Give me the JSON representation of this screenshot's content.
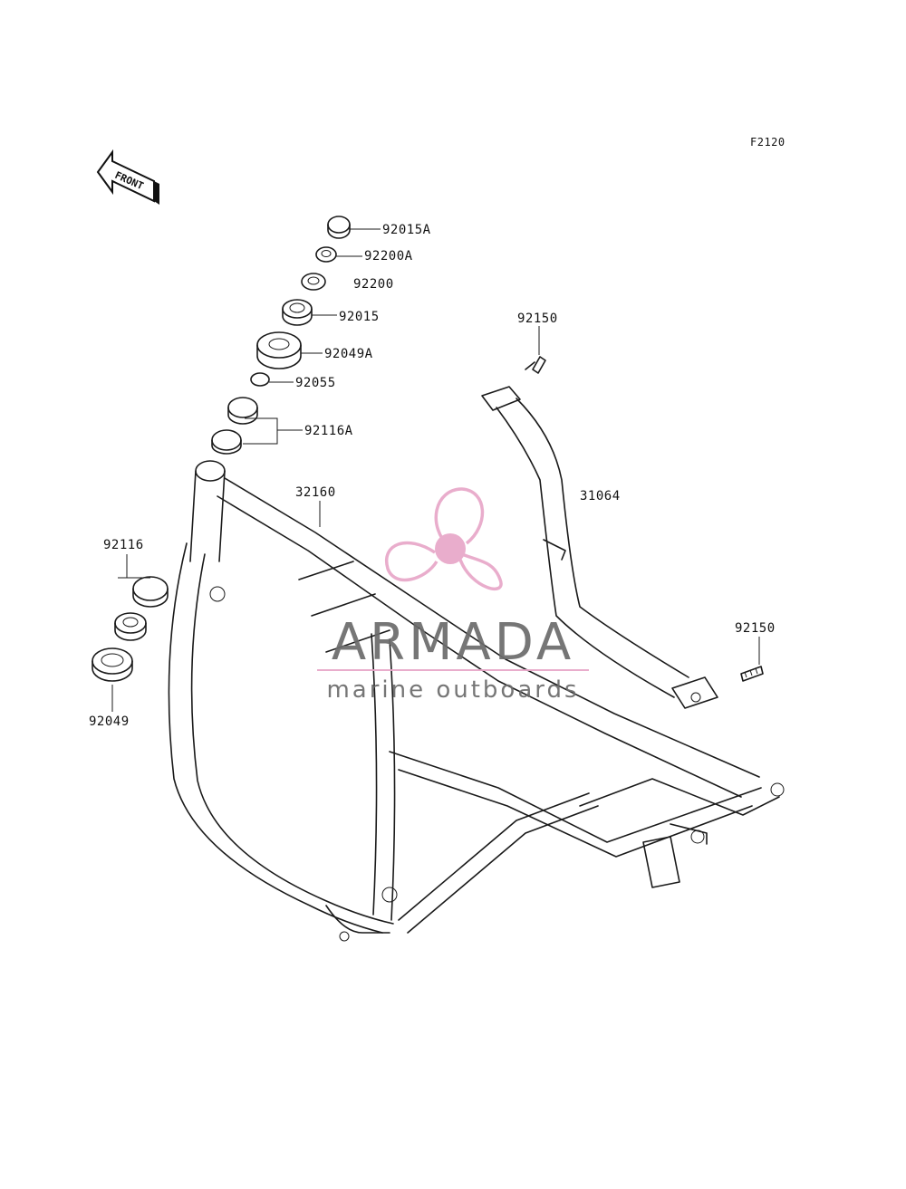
{
  "diagram": {
    "figure_code": "F2120",
    "front_marker": "FRONT",
    "parts": [
      {
        "id": "p1",
        "number": "92015A"
      },
      {
        "id": "p2",
        "number": "92200A"
      },
      {
        "id": "p3",
        "number": "92200"
      },
      {
        "id": "p4",
        "number": "92015"
      },
      {
        "id": "p5",
        "number": "92049A"
      },
      {
        "id": "p6",
        "number": "92055"
      },
      {
        "id": "p7",
        "number": "92116A"
      },
      {
        "id": "p8",
        "number": "32160"
      },
      {
        "id": "p9",
        "number": "92150"
      },
      {
        "id": "p10",
        "number": "31064"
      },
      {
        "id": "p11",
        "number": "92116"
      },
      {
        "id": "p12",
        "number": "92150"
      },
      {
        "id": "p13",
        "number": "92049"
      }
    ]
  },
  "watermark": {
    "brand": "ARMADA",
    "tagline": "marine outboards",
    "logo_color": "#e8a7c8",
    "text_color": "#6b6b6b"
  }
}
